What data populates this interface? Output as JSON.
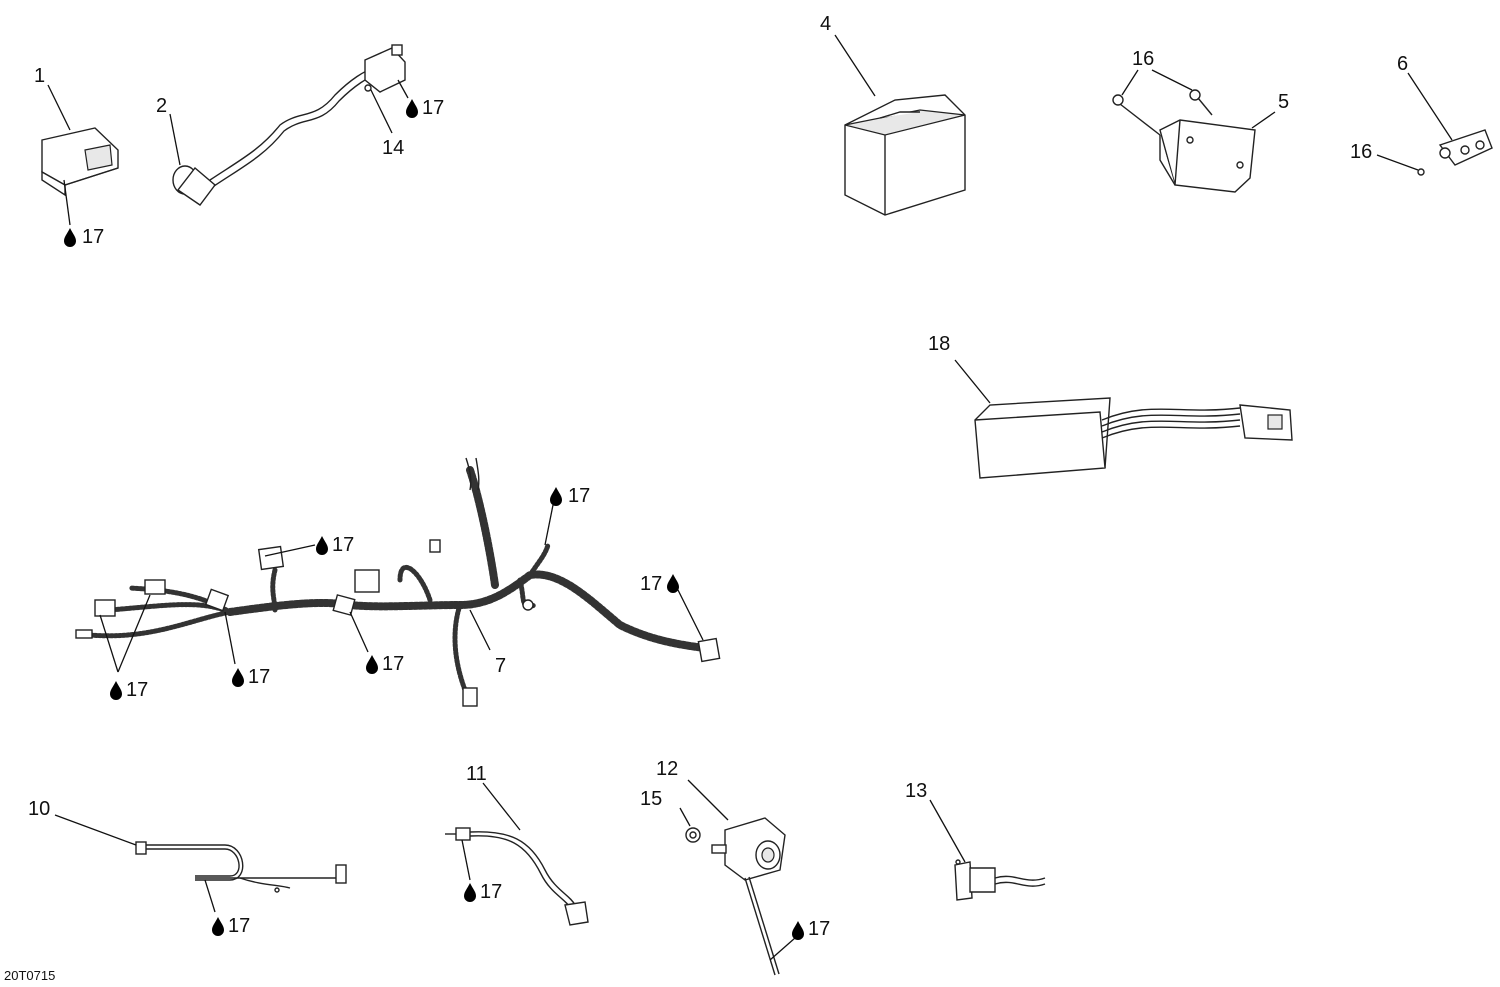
{
  "figure_code": "20T0715",
  "callouts": {
    "c1": "1",
    "c2": "2",
    "c4": "4",
    "c5": "5",
    "c6": "6",
    "c7": "7",
    "c10": "10",
    "c11": "11",
    "c12": "12",
    "c13": "13",
    "c14": "14",
    "c15": "15",
    "c16a": "16",
    "c16b": "16",
    "c18": "18"
  },
  "lubricant_ref": "17",
  "icons": {
    "lubricant": "oil-drop-icon"
  }
}
